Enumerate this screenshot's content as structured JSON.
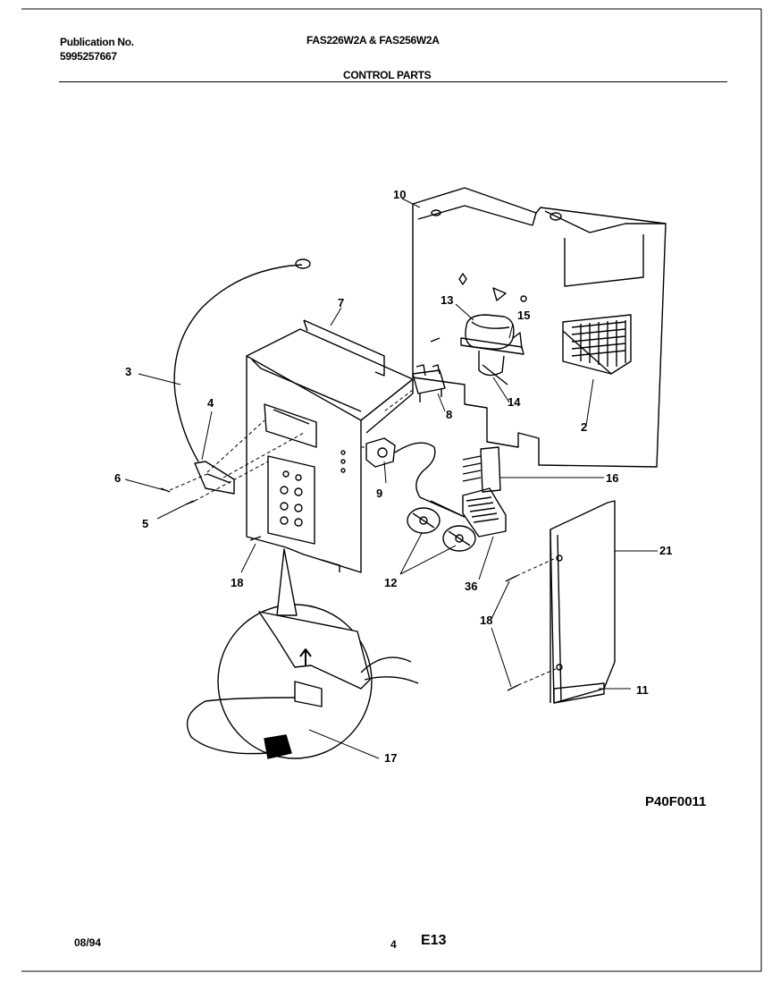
{
  "header": {
    "publication_label": "Publication No.",
    "publication_number": "5995257667",
    "models": "FAS226W2A & FAS256W2A",
    "section_title": "CONTROL PARTS"
  },
  "diagram": {
    "reference_code": "P40F0011",
    "callouts": [
      {
        "id": "c10",
        "text": "10"
      },
      {
        "id": "c7",
        "text": "7"
      },
      {
        "id": "c13",
        "text": "13"
      },
      {
        "id": "c15",
        "text": "15"
      },
      {
        "id": "c3",
        "text": "3"
      },
      {
        "id": "c4",
        "text": "4"
      },
      {
        "id": "c8",
        "text": "8"
      },
      {
        "id": "c14",
        "text": "14"
      },
      {
        "id": "c2",
        "text": "2"
      },
      {
        "id": "c6",
        "text": "6"
      },
      {
        "id": "c5",
        "text": "5"
      },
      {
        "id": "c9",
        "text": "9"
      },
      {
        "id": "c16",
        "text": "16"
      },
      {
        "id": "c21",
        "text": "21"
      },
      {
        "id": "c18a",
        "text": "18"
      },
      {
        "id": "c12",
        "text": "12"
      },
      {
        "id": "c36",
        "text": "36"
      },
      {
        "id": "c18b",
        "text": "18"
      },
      {
        "id": "c11",
        "text": "11"
      },
      {
        "id": "c17",
        "text": "17"
      }
    ]
  },
  "footer": {
    "date": "08/94",
    "page_number": "4",
    "page_code": "E13"
  }
}
